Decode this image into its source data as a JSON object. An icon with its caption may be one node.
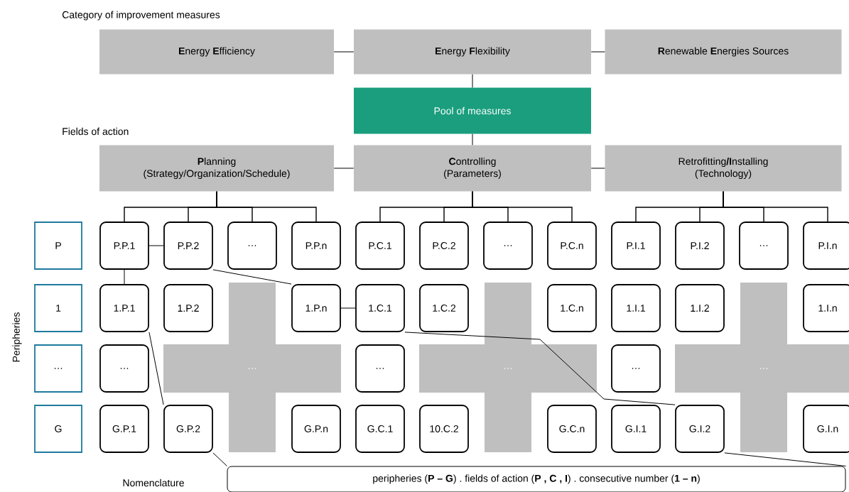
{
  "diagram": {
    "nodes": [
      {
        "text": [
          "**E**nergy **E**fficiency"
        ]
      },
      {
        "text": [
          "**E**nergy **F**lexibility"
        ]
      },
      {
        "text": [
          "**R**enewable **E**nergies Sources"
        ]
      },
      {
        "text": [
          "Pool of measures"
        ]
      },
      {
        "text": [
          "**P**lanning",
          "(Strategy/Organization/Schedule)"
        ]
      },
      {
        "text": [
          "**C**ontrolling",
          "(Parameters)"
        ]
      },
      {
        "text": [
          "Retrofitting**/I**nstalling",
          "(Technology)"
        ]
      },
      {
        "text": [
          "P"
        ]
      },
      {
        "text": [
          "1"
        ]
      },
      {
        "text": [
          "…"
        ]
      },
      {
        "text": [
          "G"
        ]
      },
      {
        "text": [
          "P.P.1"
        ]
      },
      {
        "text": [
          "P.P.2"
        ]
      },
      {
        "text": [
          "…"
        ]
      },
      {
        "text": [
          "P.P.n"
        ]
      },
      {
        "text": [
          "P.C.1"
        ]
      },
      {
        "text": [
          "P.C.2"
        ]
      },
      {
        "text": [
          "…"
        ]
      },
      {
        "text": [
          "P.C.n"
        ]
      },
      {
        "text": [
          "P.I.1"
        ]
      },
      {
        "text": [
          "P.I.2"
        ]
      },
      {
        "text": [
          "…"
        ]
      },
      {
        "text": [
          "P.I.n"
        ]
      },
      {
        "text": [
          "1.P.1"
        ]
      },
      {
        "text": [
          "1.P.2"
        ]
      },
      {
        "text": [
          "1.P.n"
        ]
      },
      {
        "text": [
          "1.C.1"
        ]
      },
      {
        "text": [
          "1.C.2"
        ]
      },
      {
        "text": [
          "1.C.n"
        ]
      },
      {
        "text": [
          "1.I.1"
        ]
      },
      {
        "text": [
          "1.I.2"
        ]
      },
      {
        "text": [
          "1.I.n"
        ]
      },
      {
        "text": [
          "…"
        ]
      },
      {
        "text": [
          "…"
        ]
      },
      {
        "text": [
          "…"
        ]
      },
      {
        "text": [
          "…"
        ]
      },
      {
        "text": [
          "…"
        ]
      },
      {
        "text": [
          "…"
        ]
      },
      {
        "text": [
          "G.P.1"
        ]
      },
      {
        "text": [
          "G.P.2"
        ]
      },
      {
        "text": [
          "G.P.n"
        ]
      },
      {
        "text": [
          "G.C.1"
        ]
      },
      {
        "text": [
          "10.C.2"
        ]
      },
      {
        "text": [
          "G.C.n"
        ]
      },
      {
        "text": [
          "G.I.1"
        ]
      },
      {
        "text": [
          "G.I.2"
        ]
      },
      {
        "text": [
          "G.I.n"
        ]
      },
      {
        "text": [
          "peripheries (**P – G**) . fields of action (**P , C , I**) . consecutive number (**1 – n**)"
        ]
      }
    ],
    "edges": [
      {
        "from": 0,
        "to": 1,
        "arrow": "none"
      },
      {
        "from": 1,
        "to": 2,
        "arrow": "none"
      },
      {
        "from": 1,
        "to": 3,
        "arrow": "none"
      },
      {
        "from": 3,
        "to": 5,
        "arrow": "none"
      },
      {
        "from": 4,
        "to": 5,
        "arrow": "none"
      },
      {
        "from": 5,
        "to": 6,
        "arrow": "none"
      },
      {
        "from": 4,
        "to": 11,
        "arrow": "none"
      },
      {
        "from": 4,
        "to": 12,
        "arrow": "none"
      },
      {
        "from": 4,
        "to": 13,
        "arrow": "none"
      },
      {
        "from": 4,
        "to": 14,
        "arrow": "none"
      },
      {
        "from": 5,
        "to": 15,
        "arrow": "none"
      },
      {
        "from": 5,
        "to": 16,
        "arrow": "none"
      },
      {
        "from": 5,
        "to": 17,
        "arrow": "none"
      },
      {
        "from": 5,
        "to": 18,
        "arrow": "none"
      },
      {
        "from": 6,
        "to": 19,
        "arrow": "none"
      },
      {
        "from": 6,
        "to": 20,
        "arrow": "none"
      },
      {
        "from": 6,
        "to": 21,
        "arrow": "none"
      },
      {
        "from": 6,
        "to": 22,
        "arrow": "none"
      },
      {
        "from": 11,
        "to": 23,
        "arrow": "none"
      },
      {
        "from": 23,
        "to": 39,
        "arrow": "none"
      },
      {
        "from": 39,
        "to": 47,
        "arrow": "none"
      },
      {
        "from": 11,
        "to": 12,
        "arrow": "none"
      },
      {
        "from": 12,
        "to": 25,
        "arrow": "none"
      },
      {
        "from": 25,
        "to": 26,
        "arrow": "none"
      },
      {
        "from": 26,
        "to": 45,
        "arrow": "none"
      },
      {
        "from": 45,
        "to": 47,
        "arrow": "none"
      }
    ],
    "labels": [
      "Category of improvement measures",
      "Fields of action",
      "Peripheries",
      "Nomenclature"
    ]
  }
}
